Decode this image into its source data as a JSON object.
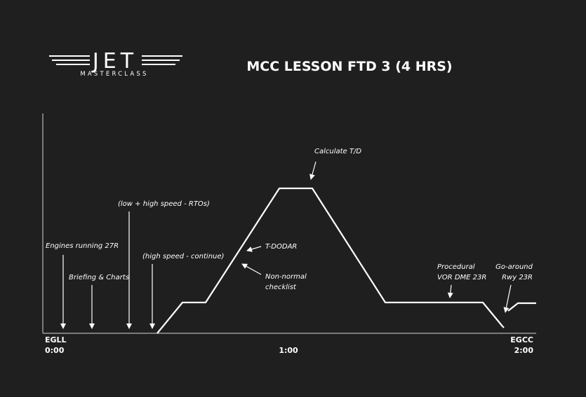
{
  "brand": {
    "logo_main": "JET",
    "logo_sub": "MASTERCLASS"
  },
  "title": "MCC LESSON FTD 3 (4 HRS)",
  "axis": {
    "origin_code": "EGLL",
    "origin_time": "0:00",
    "mid_time": "1:00",
    "end_code": "EGCC",
    "end_time": "2:00"
  },
  "annotations": {
    "engines_running": "Engines running 27R",
    "briefing": "Briefing & Charts",
    "rtos": "(low + high speed - RTOs)",
    "high_speed_continue": "(high speed - continue)",
    "tdodar": "T-DODAR",
    "non_normal_line1": "Non-normal",
    "non_normal_line2": "checklist",
    "calculate_td": "Calculate T/D",
    "procedural_line1": "Procedural",
    "procedural_line2": "VOR DME 23R",
    "go_around_line1": "Go-around",
    "go_around_line2": "Rwy 23R"
  },
  "colors": {
    "background": "#1f1f1f",
    "foreground": "#ffffff",
    "axis": "#9a9a9a"
  }
}
